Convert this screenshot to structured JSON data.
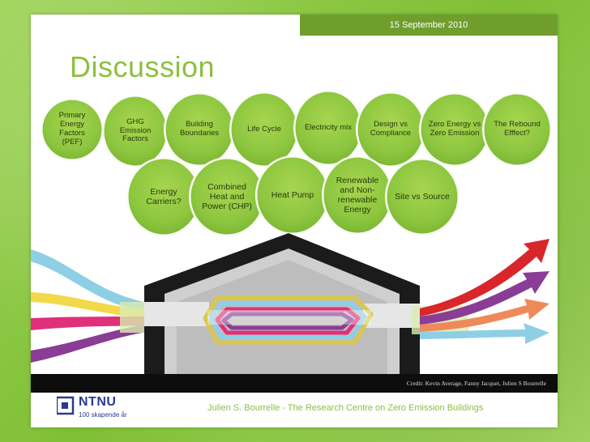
{
  "slide": {
    "date": "15 September 2010",
    "title": "Discussion",
    "row1": [
      "Primary Energy Factors (PEF)",
      "GHG Emission Factors",
      "Building Boundaries",
      "Life Cycle",
      "Electricity mix",
      "Design vs Compliance",
      "Zero Energy vs Zero Emission",
      "The Rebound Efffect?"
    ],
    "row2": [
      "Energy Carriers?",
      "Combined Heat and Power (CHP)",
      "Heat Pump",
      "Renewable and Non-renewable Energy",
      "Site vs Source"
    ],
    "credit": "Credit: Kevin Average, Fanny Jacquet, Julien S Bourrelle",
    "logo_name": "NTNU",
    "logo_tagline": "100 skapende år",
    "footer": "Julien S. Bourrelle - The Research Centre on Zero Emission Buildings"
  },
  "colors": {
    "background": "#8cc63f",
    "circle": "#8dc63f",
    "title": "#8dbf3f",
    "datebar": "#6f9e2c",
    "arrow_blue": "#8ecfe6",
    "arrow_yellow": "#f2d94a",
    "arrow_pink": "#e0307a",
    "arrow_purple": "#8a3d95",
    "arrow_red": "#d8262b",
    "arrow_orange": "#ee8a5a",
    "logo_blue": "#2b3a8f"
  }
}
